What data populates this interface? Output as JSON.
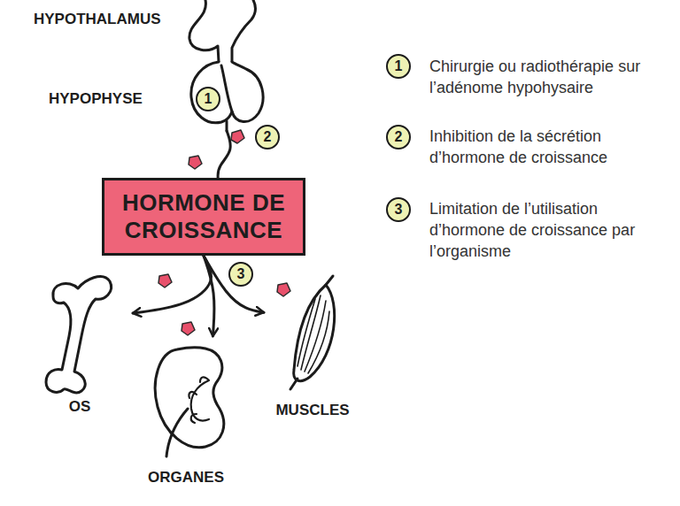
{
  "diagram": {
    "nodes": [
      {
        "text": [
          "HYPOPHYSE"
        ]
      },
      {
        "text": [
          "HORMONE DE CROISSANCE"
        ]
      },
      {
        "text": [
          "OS"
        ]
      },
      {
        "text": [
          "ORGANES"
        ]
      },
      {
        "text": [
          "MUSCLES"
        ]
      }
    ],
    "edges": [
      {
        "from": 0,
        "to": 1,
        "arrow": "none"
      },
      {
        "from": 1,
        "to": 2,
        "arrow": "to"
      },
      {
        "from": 1,
        "to": 3,
        "arrow": "to"
      },
      {
        "from": 1,
        "to": 4,
        "arrow": "to"
      }
    ],
    "labels": [
      "HYPOTHALAMUS",
      "1",
      "2",
      "3",
      "1",
      "2",
      "3"
    ],
    "legend": [
      {
        "text": "Chirurgie ou radiothérapie sur l’adénome hypohysaire"
      },
      {
        "text": "Inhibition de la sécrétion d’hormone de croissance"
      },
      {
        "text": "Limitation de l’utilisation d’hormone de croissance par l’organisme"
      }
    ]
  }
}
